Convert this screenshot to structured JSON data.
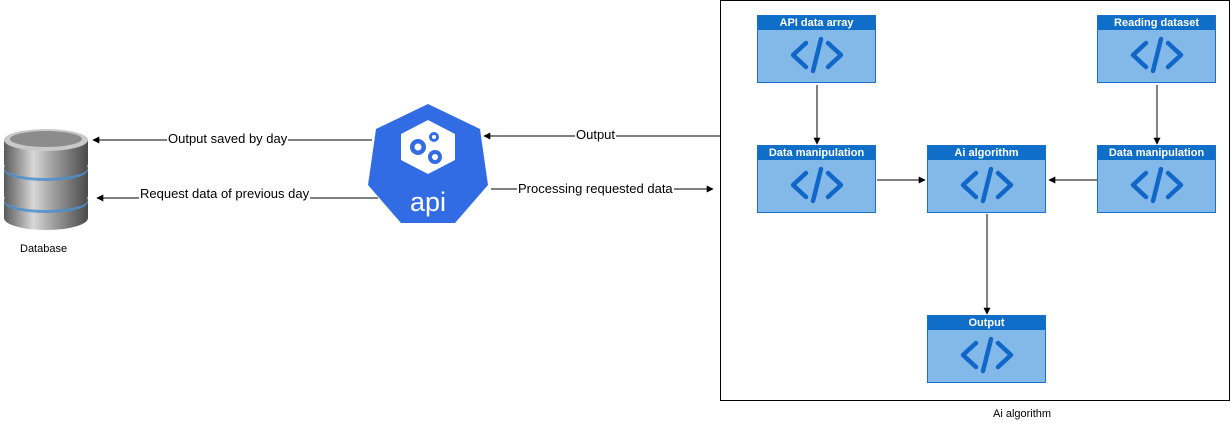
{
  "database": {
    "label": "Database"
  },
  "api": {
    "label": "api"
  },
  "edges": {
    "output_saved": "Output saved by day",
    "request_previous": "Request data of previous day",
    "output": "Output",
    "processing": "Processing requested data"
  },
  "container": {
    "label": "Ai algorithm"
  },
  "nodes": {
    "api_data_array": "API data array",
    "reading_dataset": "Reading dataset",
    "data_manipulation_left": "Data manipulation",
    "ai_algorithm": "Ai algorithm",
    "data_manipulation_right": "Data manipulation",
    "output": "Output"
  },
  "colors": {
    "node_fill": "#83b9e9",
    "node_header": "#0f6ec8",
    "code_symbol": "#1067c7",
    "api_heptagon": "#326ce5"
  },
  "icons": {
    "database": "database-icon",
    "api": "api-gears-icon",
    "node": "code-icon"
  }
}
